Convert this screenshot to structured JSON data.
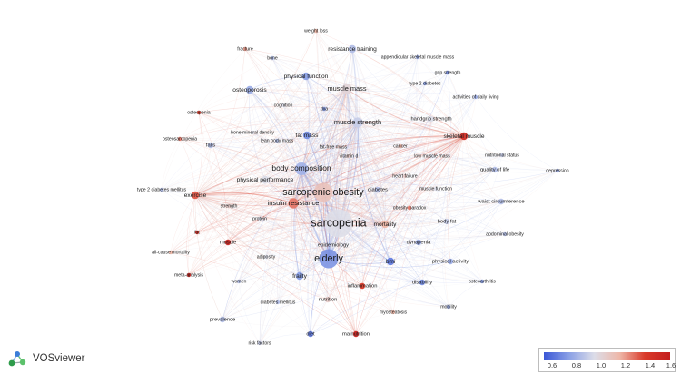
{
  "brand": {
    "name": "VOSviewer",
    "icon": "vosviewer-logo-icon"
  },
  "color_scale": {
    "colors": [
      "#3b57d6",
      "#8aa0e6",
      "#dcdde8",
      "#eeb7a8",
      "#d93a2a",
      "#c41e1e"
    ],
    "ticks": [
      "0.6",
      "0.8",
      "1.0",
      "1.2",
      "1.4",
      "1.6"
    ]
  },
  "nodes": [
    {
      "id": "sarcopenia",
      "label": "sarcopenia",
      "score": 1.0,
      "weight": 10
    },
    {
      "id": "sarcopenic-obesity",
      "label": "sarcopenic obesity",
      "score": 1.15,
      "weight": 7
    },
    {
      "id": "elderly",
      "label": "elderly",
      "score": 0.75,
      "weight": 7
    },
    {
      "id": "body-composition",
      "label": "body composition",
      "score": 0.85,
      "weight": 5
    },
    {
      "id": "muscle-mass",
      "label": "muscle mass",
      "score": 1.05,
      "weight": 4
    },
    {
      "id": "muscle-strength",
      "label": "muscle strength",
      "score": 0.95,
      "weight": 4
    },
    {
      "id": "insulin-resistance",
      "label": "insulin resistance",
      "score": 1.3,
      "weight": 4
    },
    {
      "id": "physical-function",
      "label": "physical function",
      "score": 0.8,
      "weight": 3
    },
    {
      "id": "osteoporosis",
      "label": "osteoporosis",
      "score": 0.85,
      "weight": 3
    },
    {
      "id": "resistance-training",
      "label": "resistance training",
      "score": 0.9,
      "weight": 3
    },
    {
      "id": "fat-mass",
      "label": "fat mass",
      "score": 0.75,
      "weight": 3
    },
    {
      "id": "skeletal-muscle",
      "label": "skeletal muscle",
      "score": 1.5,
      "weight": 3
    },
    {
      "id": "exercise",
      "label": "exercise",
      "score": 1.35,
      "weight": 3
    },
    {
      "id": "physical-performance",
      "label": "physical performance",
      "score": 1.0,
      "weight": 3
    },
    {
      "id": "mortality",
      "label": "mortality",
      "score": 1.2,
      "weight": 3
    },
    {
      "id": "frailty",
      "label": "frailty",
      "score": 0.8,
      "weight": 3
    },
    {
      "id": "bmi",
      "label": "bmi",
      "score": 0.7,
      "weight": 3
    },
    {
      "id": "muscle",
      "label": "muscle",
      "score": 1.55,
      "weight": 2
    },
    {
      "id": "quality-of-life",
      "label": "quality of life",
      "score": 0.9,
      "weight": 2
    },
    {
      "id": "physical-activity",
      "label": "physical activity",
      "score": 0.85,
      "weight": 2
    },
    {
      "id": "disability",
      "label": "disability",
      "score": 0.75,
      "weight": 2
    },
    {
      "id": "inflammation",
      "label": "inflammation",
      "score": 1.4,
      "weight": 2
    },
    {
      "id": "nutrition",
      "label": "nutrition",
      "score": 1.1,
      "weight": 2
    },
    {
      "id": "malnutrition",
      "label": "malnutrition",
      "score": 1.55,
      "weight": 2
    },
    {
      "id": "prevalence",
      "label": "prevalence",
      "score": 0.9,
      "weight": 2
    },
    {
      "id": "handgrip-strength",
      "label": "handgrip strength",
      "score": 1.0,
      "weight": 2
    },
    {
      "id": "body-fat",
      "label": "body fat",
      "score": 0.95,
      "weight": 2
    },
    {
      "id": "falls",
      "label": "falls",
      "score": 0.9,
      "weight": 2
    },
    {
      "id": "diet",
      "label": "diet",
      "score": 0.7,
      "weight": 2
    },
    {
      "id": "diabetes",
      "label": "diabetes",
      "score": 0.9,
      "weight": 2
    },
    {
      "id": "dynapenia",
      "label": "dynapenia",
      "score": 0.85,
      "weight": 2
    },
    {
      "id": "epidemiology",
      "label": "epidemiology",
      "score": 1.0,
      "weight": 2
    },
    {
      "id": "waist-circumference",
      "label": "waist circumference",
      "score": 0.9,
      "weight": 2
    },
    {
      "id": "weight-loss",
      "label": "weight loss",
      "score": 1.2,
      "weight": 1
    },
    {
      "id": "fracture",
      "label": "fracture",
      "score": 1.25,
      "weight": 1
    },
    {
      "id": "bone",
      "label": "bone",
      "score": 0.9,
      "weight": 1
    },
    {
      "id": "appendicular-skeletal-muscle-mass",
      "label": "appendicular skeletal muscle mass",
      "score": 0.85,
      "weight": 1
    },
    {
      "id": "grip-strength",
      "label": "grip strength",
      "score": 0.75,
      "weight": 1
    },
    {
      "id": "type-2-diabetes",
      "label": "type 2 diabetes",
      "score": 0.8,
      "weight": 1
    },
    {
      "id": "activities-of-daily-living",
      "label": "activities of daily living",
      "score": 0.85,
      "weight": 1
    },
    {
      "id": "osteopenia",
      "label": "osteopenia",
      "score": 1.4,
      "weight": 1
    },
    {
      "id": "cognition",
      "label": "cognition",
      "score": 1.0,
      "weight": 1
    },
    {
      "id": "dxa",
      "label": "dxa",
      "score": 0.8,
      "weight": 1
    },
    {
      "id": "osteosarcopenia",
      "label": "osteosarcopenia",
      "score": 1.3,
      "weight": 1
    },
    {
      "id": "bone-mineral-density",
      "label": "bone mineral density",
      "score": 1.0,
      "weight": 1
    },
    {
      "id": "lean-body-mass",
      "label": "lean body mass",
      "score": 0.9,
      "weight": 1
    },
    {
      "id": "fat-free-mass",
      "label": "fat-free mass",
      "score": 1.0,
      "weight": 1
    },
    {
      "id": "cancer",
      "label": "cancer",
      "score": 1.2,
      "weight": 1
    },
    {
      "id": "low-muscle-mass",
      "label": "low muscle mass",
      "score": 1.0,
      "weight": 1
    },
    {
      "id": "vitamin-d",
      "label": "vitamin d",
      "score": 1.1,
      "weight": 1
    },
    {
      "id": "nutritional-status",
      "label": "nutritional status",
      "score": 0.95,
      "weight": 1
    },
    {
      "id": "depression",
      "label": "depression",
      "score": 0.85,
      "weight": 1
    },
    {
      "id": "heart-failure",
      "label": "heart failure",
      "score": 1.1,
      "weight": 1
    },
    {
      "id": "type-2-diabetes-mellitus",
      "label": "type 2 diabetes mellitus",
      "score": 0.9,
      "weight": 1
    },
    {
      "id": "muscle-function",
      "label": "muscle function",
      "score": 1.0,
      "weight": 1
    },
    {
      "id": "obesity-paradox",
      "label": "obesity paradox",
      "score": 1.3,
      "weight": 1
    },
    {
      "id": "strength",
      "label": "strength",
      "score": 1.1,
      "weight": 1
    },
    {
      "id": "protein",
      "label": "protein",
      "score": 1.0,
      "weight": 1
    },
    {
      "id": "abdominal-obesity",
      "label": "abdominal obesity",
      "score": 0.9,
      "weight": 1
    },
    {
      "id": "fat",
      "label": "fat",
      "score": 1.5,
      "weight": 1
    },
    {
      "id": "adiposity",
      "label": "adiposity",
      "score": 1.0,
      "weight": 1
    },
    {
      "id": "all-cause-mortality",
      "label": "all-cause mortality",
      "score": 1.2,
      "weight": 1
    },
    {
      "id": "osteoarthritis",
      "label": "osteoarthritis",
      "score": 0.8,
      "weight": 1
    },
    {
      "id": "meta-analysis",
      "label": "meta-analysis",
      "score": 1.55,
      "weight": 1
    },
    {
      "id": "women",
      "label": "women",
      "score": 0.9,
      "weight": 1
    },
    {
      "id": "diabetes-mellitus",
      "label": "diabetes mellitus",
      "score": 0.9,
      "weight": 1
    },
    {
      "id": "myosteatosis",
      "label": "myosteatosis",
      "score": 1.2,
      "weight": 1
    },
    {
      "id": "mobility",
      "label": "mobility",
      "score": 0.85,
      "weight": 1
    },
    {
      "id": "risk-factors",
      "label": "risk factors",
      "score": 0.95,
      "weight": 1
    }
  ]
}
